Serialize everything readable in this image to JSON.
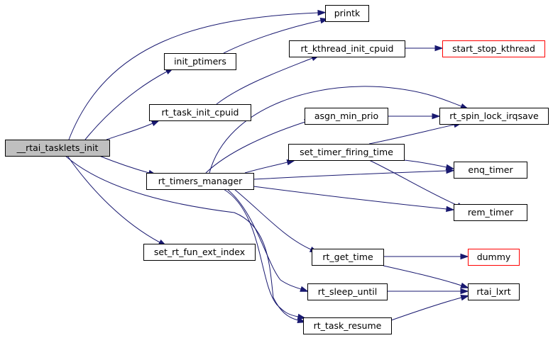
{
  "colors": {
    "edge": "#191970",
    "node_border": "#000000",
    "leaf_border": "#ff0000",
    "root_fill": "#bfbfbf",
    "node_fill": "#ffffff"
  },
  "nodes": {
    "rtai_tasklets_init": {
      "label": "__rtai_tasklets_init",
      "kind": "root"
    },
    "printk": {
      "label": "printk",
      "kind": "normal"
    },
    "init_ptimers": {
      "label": "init_ptimers",
      "kind": "normal"
    },
    "rt_kthread_init_cpuid": {
      "label": "rt_kthread_init_cpuid",
      "kind": "normal"
    },
    "start_stop_kthread": {
      "label": "start_stop_kthread",
      "kind": "leaf"
    },
    "rt_task_init_cpuid": {
      "label": "rt_task_init_cpuid",
      "kind": "normal"
    },
    "asgn_min_prio": {
      "label": "asgn_min_prio",
      "kind": "normal"
    },
    "rt_spin_lock_irqsave": {
      "label": "rt_spin_lock_irqsave",
      "kind": "normal"
    },
    "set_timer_firing_time": {
      "label": "set_timer_firing_time",
      "kind": "normal"
    },
    "enq_timer": {
      "label": "enq_timer",
      "kind": "normal"
    },
    "rt_timers_manager": {
      "label": "rt_timers_manager",
      "kind": "normal"
    },
    "rem_timer": {
      "label": "rem_timer",
      "kind": "normal"
    },
    "set_rt_fun_ext_index": {
      "label": "set_rt_fun_ext_index",
      "kind": "normal"
    },
    "rt_get_time": {
      "label": "rt_get_time",
      "kind": "normal"
    },
    "dummy": {
      "label": "dummy",
      "kind": "leaf"
    },
    "rt_sleep_until": {
      "label": "rt_sleep_until",
      "kind": "normal"
    },
    "rtai_lxrt": {
      "label": "rtai_lxrt",
      "kind": "normal"
    },
    "rt_task_resume": {
      "label": "rt_task_resume",
      "kind": "normal"
    }
  },
  "edges": [
    {
      "from": "rtai_tasklets_init",
      "to": "printk"
    },
    {
      "from": "rtai_tasklets_init",
      "to": "init_ptimers"
    },
    {
      "from": "rtai_tasklets_init",
      "to": "rt_task_init_cpuid"
    },
    {
      "from": "rtai_tasklets_init",
      "to": "rt_timers_manager"
    },
    {
      "from": "rtai_tasklets_init",
      "to": "set_rt_fun_ext_index"
    },
    {
      "from": "rtai_tasklets_init",
      "to": "rt_task_resume"
    },
    {
      "from": "init_ptimers",
      "to": "printk"
    },
    {
      "from": "rt_task_init_cpuid",
      "to": "rt_kthread_init_cpuid"
    },
    {
      "from": "rt_kthread_init_cpuid",
      "to": "start_stop_kthread"
    },
    {
      "from": "rt_timers_manager",
      "to": "asgn_min_prio"
    },
    {
      "from": "rt_timers_manager",
      "to": "rt_spin_lock_irqsave"
    },
    {
      "from": "rt_timers_manager",
      "to": "set_timer_firing_time"
    },
    {
      "from": "rt_timers_manager",
      "to": "enq_timer"
    },
    {
      "from": "rt_timers_manager",
      "to": "rem_timer"
    },
    {
      "from": "rt_timers_manager",
      "to": "rt_get_time"
    },
    {
      "from": "rt_timers_manager",
      "to": "rt_sleep_until"
    },
    {
      "from": "rt_timers_manager",
      "to": "rt_task_resume"
    },
    {
      "from": "asgn_min_prio",
      "to": "rt_spin_lock_irqsave"
    },
    {
      "from": "set_timer_firing_time",
      "to": "rt_spin_lock_irqsave"
    },
    {
      "from": "set_timer_firing_time",
      "to": "enq_timer"
    },
    {
      "from": "set_timer_firing_time",
      "to": "rem_timer"
    },
    {
      "from": "rt_get_time",
      "to": "dummy"
    },
    {
      "from": "rt_get_time",
      "to": "rtai_lxrt"
    },
    {
      "from": "rt_sleep_until",
      "to": "rtai_lxrt"
    },
    {
      "from": "rt_task_resume",
      "to": "rtai_lxrt"
    }
  ]
}
